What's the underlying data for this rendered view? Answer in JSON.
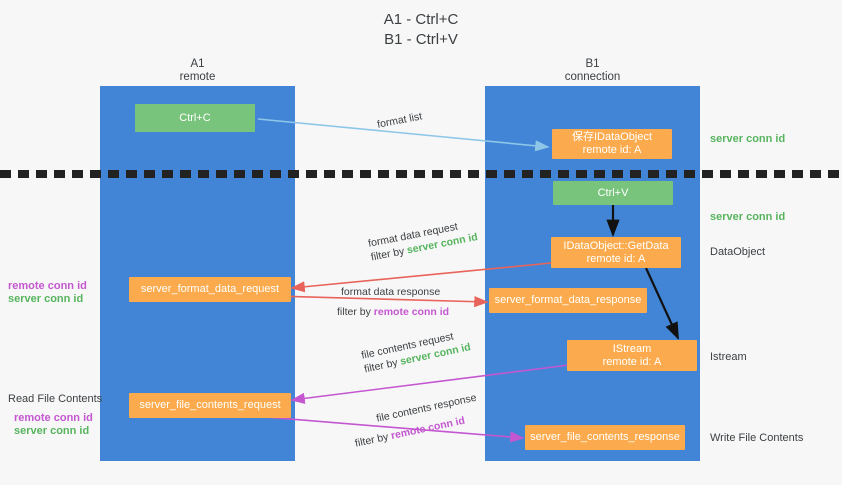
{
  "title": "A1 - Ctrl+C\nB1 - Ctrl+V",
  "colors": {
    "background": "#f7f7f7",
    "lane": "#4285d6",
    "green_box": "#78c47c",
    "orange_box": "#fbab4d",
    "server_conn_id": "#57b45e",
    "remote_conn_id": "#c457d0",
    "arrow_blue": "#8ec6e8",
    "arrow_red": "#e8645a",
    "arrow_magenta": "#c457d0",
    "arrow_black": "#111111",
    "text": "#3c4043"
  },
  "lanes": [
    {
      "name": "a1",
      "title": "A1",
      "subtitle": "remote"
    },
    {
      "name": "b1",
      "title": "B1",
      "subtitle": "connection"
    }
  ],
  "boxes": [
    {
      "id": "ctrl-c",
      "label": "Ctrl+C",
      "sub": "",
      "color": "green"
    },
    {
      "id": "idataobject",
      "label": "保存IDataObject",
      "sub": "remote id: A",
      "color": "orange"
    },
    {
      "id": "ctrl-v",
      "label": "Ctrl+V",
      "sub": "",
      "color": "green"
    },
    {
      "id": "getdata",
      "label": "IDataObject::GetData",
      "sub": "remote id: A",
      "color": "orange"
    },
    {
      "id": "format-data-request",
      "label": "server_format_data_request",
      "sub": "",
      "color": "orange"
    },
    {
      "id": "format-data-response",
      "label": "server_format_data_response",
      "sub": "",
      "color": "orange"
    },
    {
      "id": "istream",
      "label": "IStream",
      "sub": "remote id: A",
      "color": "orange"
    },
    {
      "id": "file-contents-request",
      "label": "server_file_contents_request",
      "sub": "",
      "color": "orange"
    },
    {
      "id": "file-contents-response",
      "label": "server_file_contents_response",
      "sub": "",
      "color": "orange"
    }
  ],
  "annotations": {
    "format_list": "format list",
    "format_data_request": "format data request",
    "format_data_response": "format data response",
    "file_contents_request": "file contents request",
    "file_contents_response": "file contents response",
    "filter_by": "filter by ",
    "server_conn_id": "server conn id",
    "remote_conn_id": "remote conn id"
  },
  "side_labels": {
    "right_server_conn_id_top": "server conn id",
    "right_server_conn_id_mid": "server conn id",
    "right_dataobject": "DataObject",
    "right_istream": "Istream",
    "right_write_file_contents": "Write File Contents",
    "left_read_file_contents": "Read File Contents",
    "left_remote_conn_id_1": "remote conn id",
    "left_server_conn_id_1": "server conn id",
    "left_remote_conn_id_2": "remote conn id",
    "left_server_conn_id_2": "server conn id"
  }
}
